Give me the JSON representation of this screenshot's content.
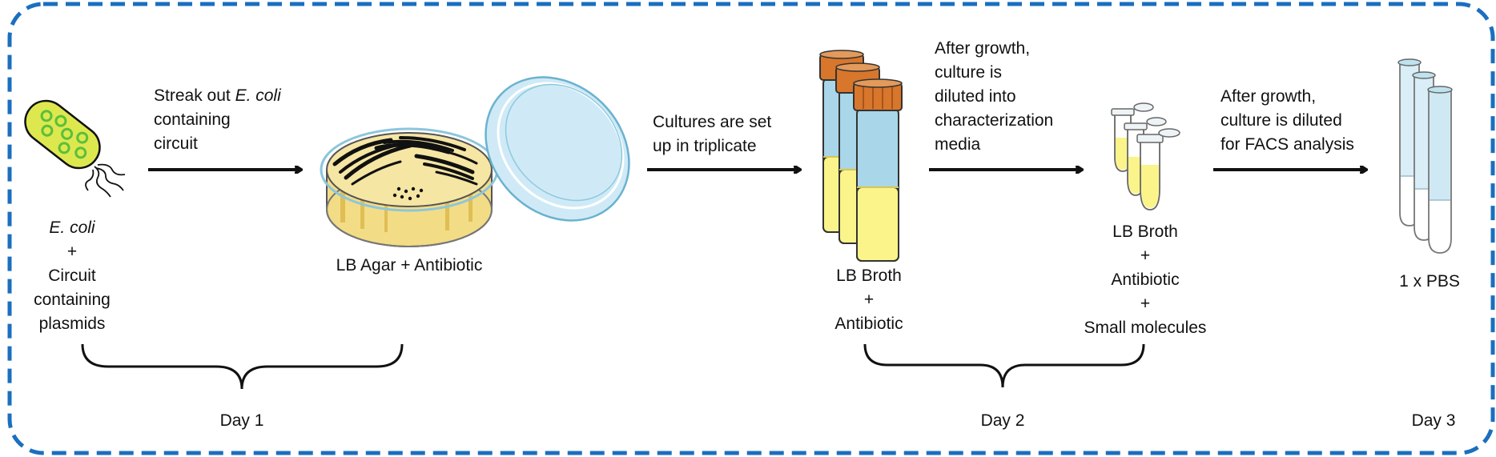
{
  "colors": {
    "border": "#1a6fc0",
    "ink": "#111111",
    "agar": "#f3dc86",
    "agar_dark": "#e0be54",
    "dish_blue": "#cfeaf6",
    "cap_orange": "#d8762c",
    "broth_yellow": "#fbf48a",
    "tube_blue": "#a9d6e8",
    "bacterium_fill": "#dde84f",
    "bacterium_spot": "#5bbf3a"
  },
  "steps": {
    "ecoli": {
      "line1": "E. coli",
      "plus": "+",
      "line2": "Circuit",
      "line3": "containing",
      "line4": "plasmids"
    },
    "streak": {
      "line1_prefix": "Streak out ",
      "line1_em": "E. coli",
      "line2": "containing",
      "line3": "circuit"
    },
    "plate_label": "LB Agar + Antibiotic",
    "triplicate": {
      "line1": "Cultures are set",
      "line2": "up in triplicate"
    },
    "broth": {
      "line1": "LB Broth",
      "plus": "+",
      "line2": "Antibiotic"
    },
    "dilute1": {
      "line1": "After growth,",
      "line2": "culture is",
      "line3": "diluted into",
      "line4": "characterization",
      "line5": "media"
    },
    "char_media": {
      "line1": "LB Broth",
      "plus1": "+",
      "line2": "Antibiotic",
      "plus2": "+",
      "line3": "Small molecules"
    },
    "dilute2": {
      "line1": "After growth,",
      "line2": "culture is diluted",
      "line3": "for FACS analysis"
    },
    "pbs_label": "1 x PBS"
  },
  "days": {
    "day1": "Day 1",
    "day2": "Day 2",
    "day3": "Day 3"
  }
}
